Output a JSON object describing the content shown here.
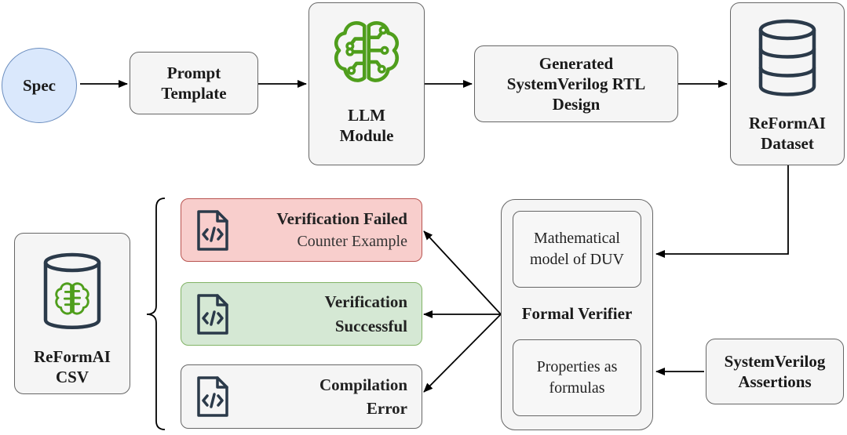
{
  "nodes": {
    "spec": "Spec",
    "prompt_template": [
      "Prompt",
      "Template"
    ],
    "llm_module": [
      "LLM",
      "Module"
    ],
    "generated_rtl": [
      "Generated",
      "SystemVerilog RTL",
      "Design"
    ],
    "reformai_dataset": [
      "ReFormAI",
      "Dataset"
    ],
    "formal_verifier": "Formal Verifier",
    "math_model": [
      "Mathematical",
      "model of DUV"
    ],
    "properties": [
      "Properties as",
      "formulas"
    ],
    "sv_assertions": [
      "SystemVerilog",
      "Assertions"
    ],
    "reformai_csv": [
      "ReFormAI",
      "CSV"
    ]
  },
  "results": {
    "failed": {
      "title": "Verification Failed",
      "subtitle": "Counter Example"
    },
    "successful": {
      "line1": "Verification",
      "line2": "Successful"
    },
    "compile_error": {
      "line1": "Compilation",
      "line2": "Error"
    }
  },
  "colors": {
    "spec_fill": "#dae8fc",
    "spec_stroke": "#6c8ebf",
    "failed_fill": "#f8cecc",
    "failed_stroke": "#b85450",
    "success_fill": "#d5e8d4",
    "success_stroke": "#82b366",
    "brain_green": "#4f9e1c",
    "db_stroke": "#2b3a4a"
  },
  "icons": [
    "brain-chip-icon",
    "database-icon",
    "code-file-icon"
  ]
}
